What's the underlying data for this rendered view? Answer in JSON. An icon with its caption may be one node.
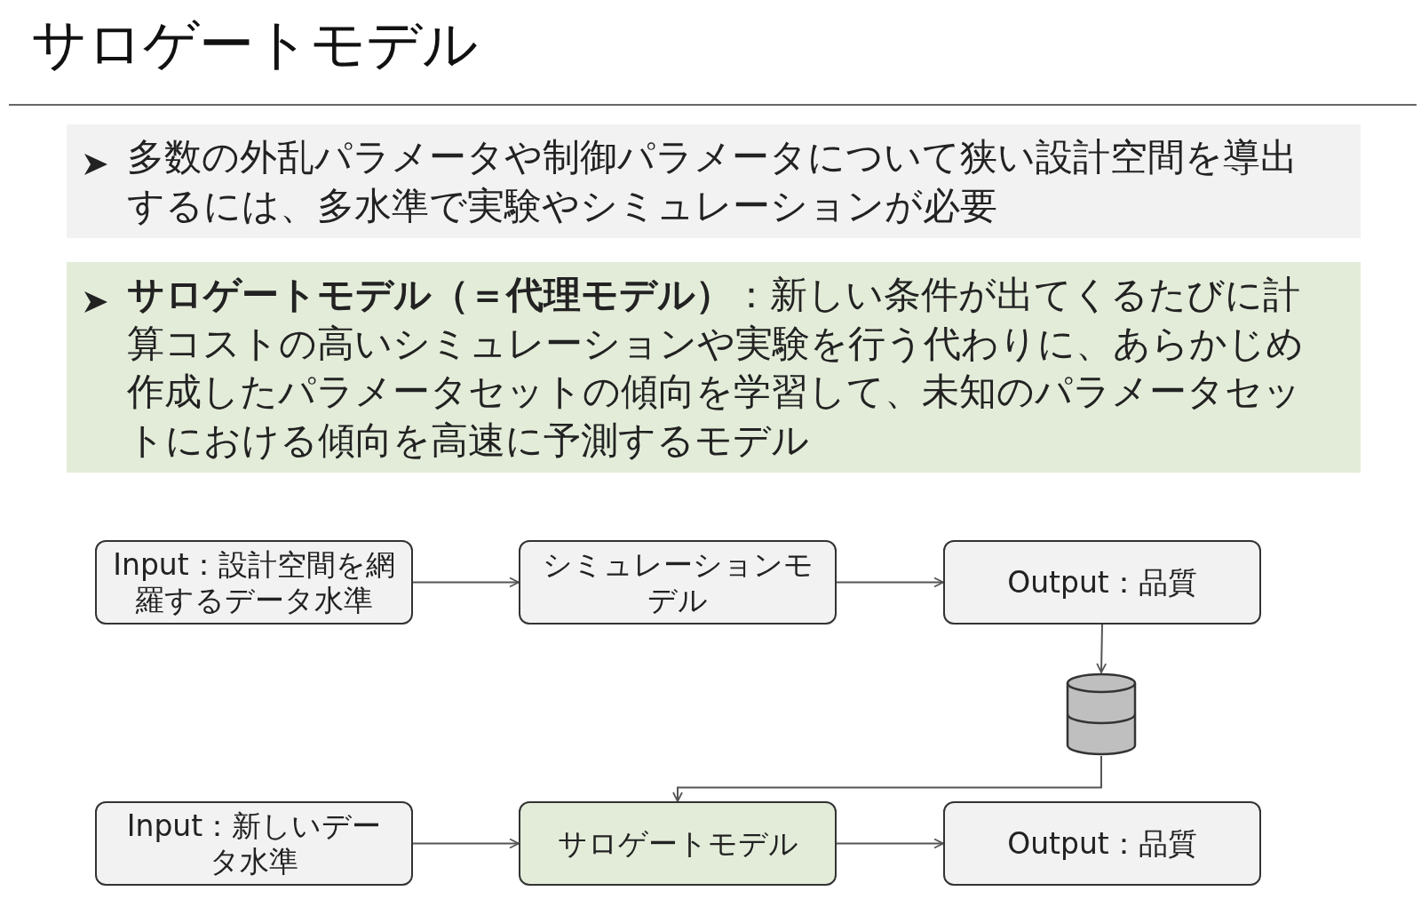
{
  "diagram": {
    "title": "サロゲートモデル",
    "nodes": [
      {
        "text": [
          "多数の外乱パラメータや制御パラメータについて狭い設計空間を導出するには、多水準で実験やシミュレーションが必要"
        ]
      },
      {
        "text": [
          "**サロゲートモデル（＝代理モデル）**：新しい条件が出てくるたびに計算コストの高いシミュレーションや実験を行う代わりに、あらかじめ作成したパラメータセットの傾向を学習して、未知のパラメータセットにおける傾向を高速に予測するモデル"
        ]
      },
      {
        "text": [
          "Input：設計空間を網羅するデータ水準"
        ]
      },
      {
        "text": [
          "シミュレーションモデル"
        ]
      },
      {
        "text": [
          "Output：品質"
        ]
      },
      {
        "text": [],
        "shape": "cylinder"
      },
      {
        "text": [
          "Input：新しいデータ水準"
        ]
      },
      {
        "text": [
          "サロゲートモデル"
        ]
      },
      {
        "text": [
          "Output：品質"
        ]
      }
    ],
    "edges": [
      {
        "from": 2,
        "to": 3,
        "arrow": "to"
      },
      {
        "from": 3,
        "to": 4,
        "arrow": "to"
      },
      {
        "from": 4,
        "to": 5,
        "arrow": "to"
      },
      {
        "from": 5,
        "to": 7,
        "arrow": "to"
      },
      {
        "from": 6,
        "to": 7,
        "arrow": "to"
      },
      {
        "from": 7,
        "to": 8,
        "arrow": "to"
      }
    ]
  }
}
